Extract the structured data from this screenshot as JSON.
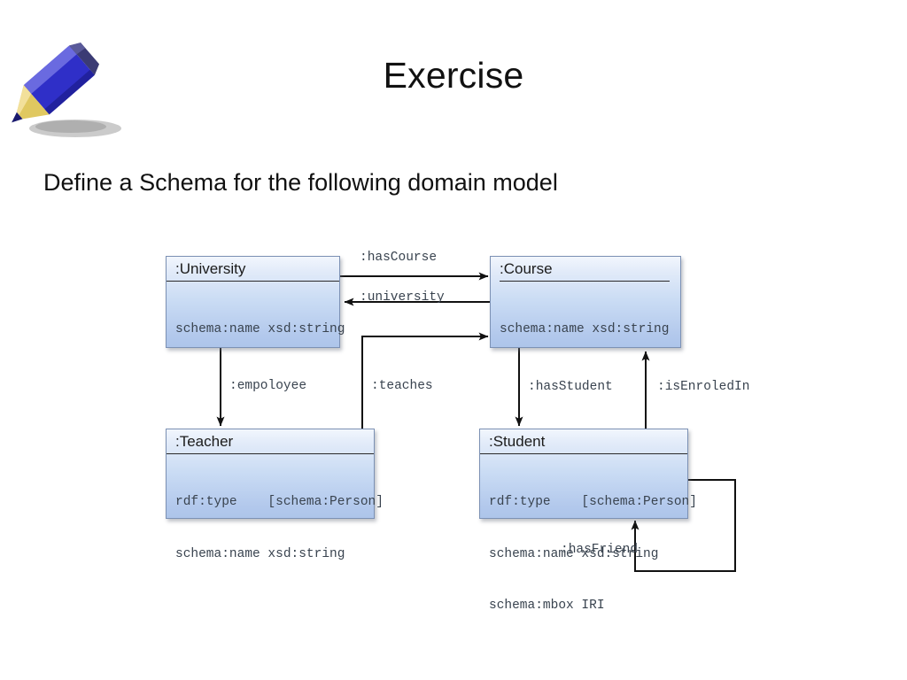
{
  "slide": {
    "title": "Exercise",
    "subtitle": "Define a Schema for the following domain model",
    "icon": "pencil-icon"
  },
  "diagram": {
    "type": "uml-class-diagram",
    "classes": [
      {
        "id": "university",
        "title": ":University",
        "attributes": [
          "schema:name xsd:string"
        ],
        "rule_inset": false
      },
      {
        "id": "course",
        "title": ":Course",
        "attributes": [
          "schema:name xsd:string"
        ],
        "rule_inset": true
      },
      {
        "id": "teacher",
        "title": ":Teacher",
        "attributes": [
          "rdf:type    [schema:Person]",
          "schema:name xsd:string"
        ],
        "rule_inset": false
      },
      {
        "id": "student",
        "title": ":Student",
        "attributes": [
          "rdf:type    [schema:Person]",
          "schema:name xsd:string",
          "schema:mbox IRI"
        ],
        "rule_inset": false
      }
    ],
    "relations": [
      {
        "id": "hasCourse",
        "label": ":hasCourse",
        "from": "university",
        "to": "course"
      },
      {
        "id": "university",
        "label": ":university",
        "from": "course",
        "to": "university"
      },
      {
        "id": "teaches",
        "label": ":teaches",
        "from": "teacher",
        "to": "course"
      },
      {
        "id": "empoloyee",
        "label": ":empoloyee",
        "from": "university",
        "to": "teacher"
      },
      {
        "id": "hasStudent",
        "label": ":hasStudent",
        "from": "course",
        "to": "student"
      },
      {
        "id": "isEnroledIn",
        "label": ":isEnroledIn",
        "from": "student",
        "to": "course"
      },
      {
        "id": "hasFriend",
        "label": ":hasFriend",
        "from": "student",
        "to": "student"
      }
    ]
  },
  "colors": {
    "box_fill_top": "#f2f6fd",
    "box_fill_bottom": "#adc5ea",
    "box_border": "#7c91b4",
    "edge_stroke": "#111111",
    "body_text": "#39434f",
    "title_text": "#111111",
    "pencil_body": "#2f2fc8",
    "pencil_tip": "#e0c860"
  }
}
